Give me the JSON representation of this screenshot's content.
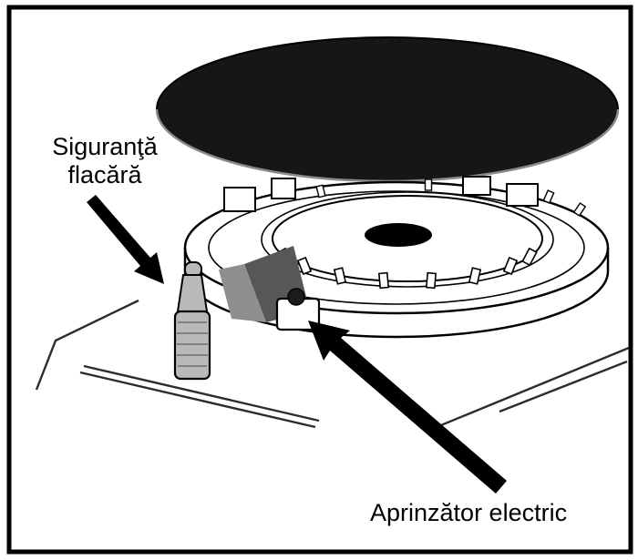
{
  "figure": {
    "labels": {
      "flame_safety_line1": "Siguranţă",
      "flame_safety_line2": "flacără",
      "igniter": "Aprinzător electric"
    },
    "colors": {
      "ink": "#000000",
      "cap_fill": "#161616",
      "cap_rim": "#8a8a8a",
      "shade_dark": "#575757",
      "shade_mid": "#8f8f8f",
      "metal": "#b9b9b9"
    }
  }
}
